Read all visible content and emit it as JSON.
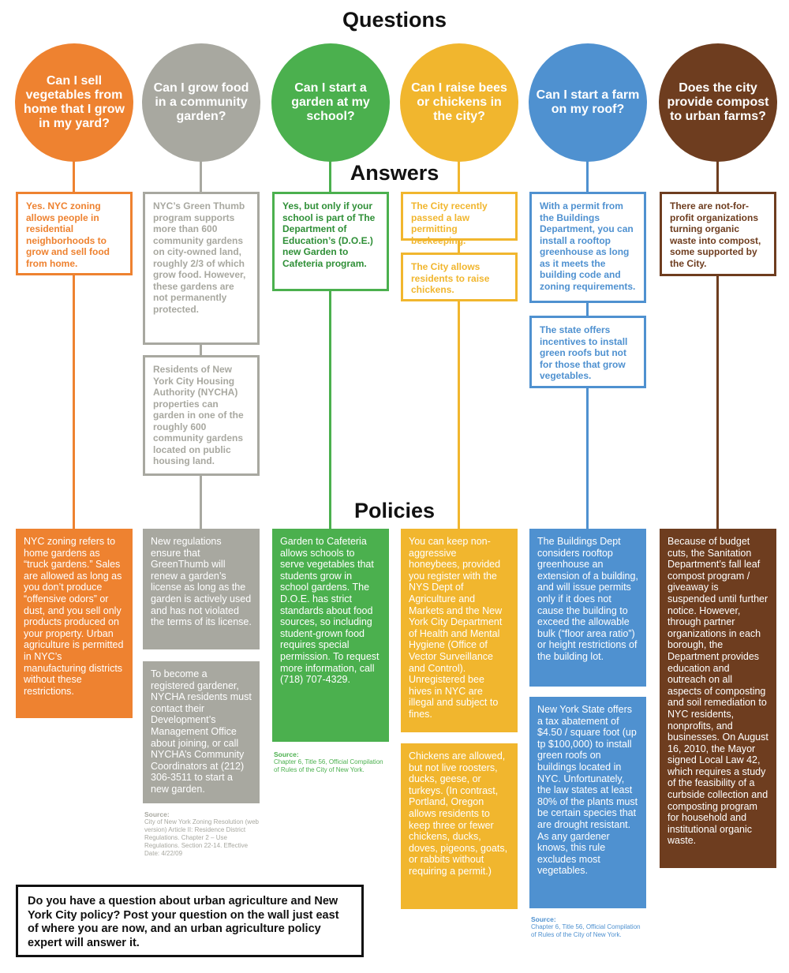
{
  "headings": {
    "questions": "Questions",
    "answers": "Answers",
    "policies": "Policies"
  },
  "colors": {
    "orange": "#ee8230",
    "gray": "#a8a8a0",
    "green": "#4bb04e",
    "yellow": "#f1b62e",
    "blue": "#4f91d0",
    "brown": "#6e3d1f"
  },
  "columns": [
    {
      "question": "Can I sell vegetables from home that I grow in my yard?",
      "answers": [
        "Yes. NYC zoning allows people in residential neighborhoods to grow and sell food from home."
      ],
      "policies": [
        "NYC zoning refers to home gardens as “truck gardens.” Sales are allowed as long as you don’t produce “offensive odors” or dust, and you sell only products produced on your property. Urban agriculture is permitted in NYC’s manufacturing districts without these restrictions."
      ]
    },
    {
      "question": "Can I grow food in a community garden?",
      "answers": [
        "NYC’s Green Thumb program supports more than 600 community gardens on city-owned land, roughly 2/3 of which grow food. However, these gardens are not permanently protected.",
        "Residents of New York City Housing Authority (NYCHA) properties can garden in one of the roughly 600 community gardens located on public housing land."
      ],
      "policies": [
        "New regulations ensure that GreenThumb will renew a garden’s license as long as the garden is actively used and has not violated the terms of its license.",
        "To become a registered gardener, NYCHA residents must contact their Development’s Management Office about joining, or call NYCHA’s Community Coordinators at (212) 306-3511 to start a new garden."
      ],
      "source_label": "Source:",
      "source_text": "City of New York Zoning Resolution (web version) Article II: Residence District Regulations. Chapter 2 – Use Regulations. Section 22-14. Effective Date: 4/22/09"
    },
    {
      "question": "Can I start a garden at my school?",
      "answers": [
        "Yes, but only if your school is part of The Department of Education’s (D.O.E.) new Garden to Cafeteria program."
      ],
      "policies": [
        "Garden to Cafeteria allows schools to serve vegetables that students grow in school gardens. The D.O.E. has strict standards about food sources, so including student-grown food requires special permission. To request more information, call (718) 707-4329."
      ],
      "source_label": "Source:",
      "source_text": "Chapter 6, Title 56, Official Compilation of Rules of the City of New York."
    },
    {
      "question": "Can I raise bees or chickens in the city?",
      "answers": [
        "The City recently passed a law permitting beekeeping.",
        "The City allows residents to raise chickens."
      ],
      "policies": [
        "You can keep non-aggressive honeybees, provided you register with the NYS Dept of Agriculture and Markets and the New York City Department of Health and Mental Hygiene (Office of Vector Surveillance and Control). Unregistered bee hives in NYC are illegal and subject to fines.",
        "Chickens are allowed, but not live roosters, ducks, geese, or turkeys. (In contrast, Portland, Oregon allows residents to keep three or fewer chickens, ducks, doves, pigeons, goats, or rabbits without requiring a permit.)"
      ]
    },
    {
      "question": "Can I start a farm on my roof?",
      "answers": [
        "With a permit from the Buildings Department, you can install a rooftop greenhouse as long as it meets the building code and zoning requirements.",
        "The state offers incentives to install green roofs but not for those that grow vegetables."
      ],
      "policies": [
        "The Buildings Dept considers rooftop greenhouse an extension of a building, and will issue permits only if it does not cause the building to exceed the allowable bulk (“floor area ratio”) or height restrictions of the building lot.",
        "New York State offers a tax abatement of $4.50 / square foot (up tp $100,000) to install green roofs on buildings located in NYC. Unfortunately, the law states at least 80% of the plants must be certain species that are drought resistant. As any gardener knows, this rule excludes most vegetables."
      ],
      "source_label": "Source:",
      "source_text": "Chapter 6, Title 56, Official Compilation of Rules of the City of New York."
    },
    {
      "question": "Does the city provide compost to urban farms?",
      "answers": [
        "There are not-for-profit organizations turning organic waste into compost, some supported by the City."
      ],
      "policies": [
        "Because of budget cuts, the Sanitation Department’s fall leaf compost program / giveaway is suspended until further notice. However, through partner organizations in each borough, the Department provides education and outreach on all aspects of composting and soil remediation to NYC residents, nonprofits, and businesses. On August 16, 2010, the Mayor signed Local Law 42, which requires a study of the feasibility of a curbside collection and composting program for household and institutional organic waste."
      ]
    }
  ],
  "callout": "Do you have a question about urban agriculture and New York City policy? Post your question on the wall just east of  where you are now, and an urban agriculture policy expert will answer it."
}
